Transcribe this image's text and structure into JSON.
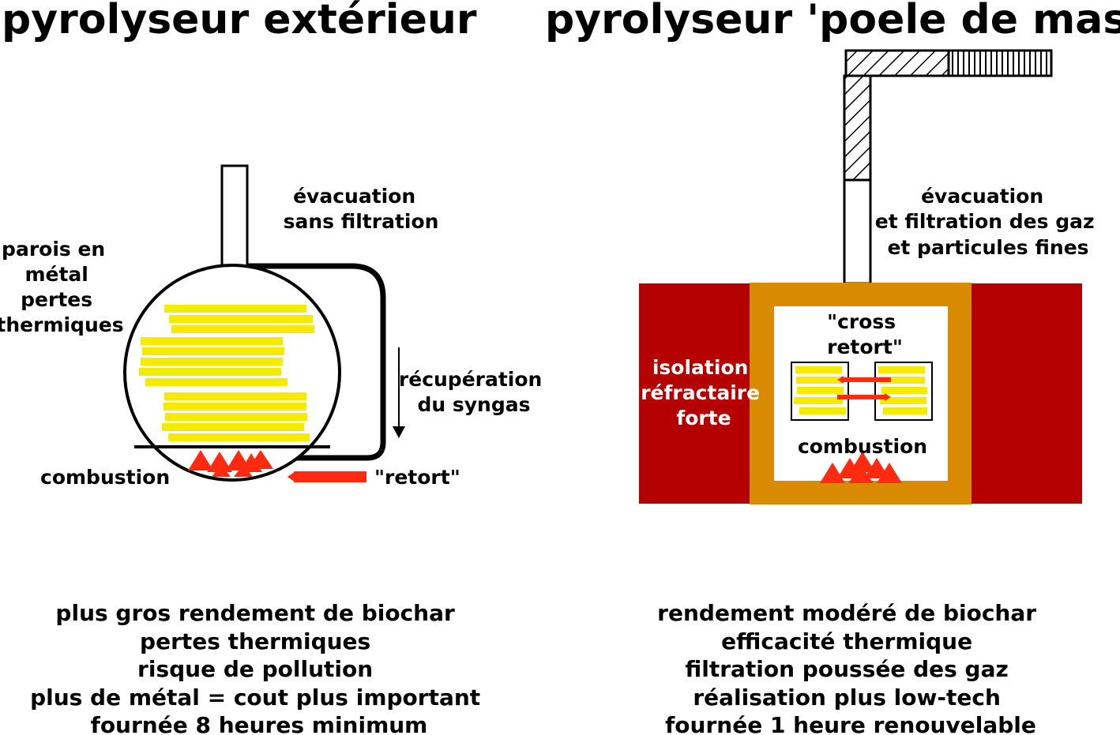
{
  "colors": {
    "wood": "#f5ea00",
    "flame": "#ff2a10",
    "refractory": "#b50000",
    "masonry": "#d88a00",
    "ink": "#000000"
  },
  "left": {
    "title": "pyrolyseur extérieur",
    "exhaust": [
      "évacuation",
      "sans filtration"
    ],
    "walls": [
      "parois en",
      "métal",
      "pertes",
      "thermiques"
    ],
    "syngas": [
      "récupération",
      "du syngas"
    ],
    "retort": "\"retort\"",
    "combustion": "combustion",
    "summary": [
      "plus gros rendement de biochar",
      "pertes thermiques",
      "risque de pollution",
      "plus de métal = cout plus important",
      "fournée 8 heures minimum"
    ]
  },
  "right": {
    "title": "pyrolyseur 'poele de masse'",
    "exhaust": [
      "évacuation",
      "et filtration des gaz",
      "et particules fines"
    ],
    "insulation": [
      "isolation",
      "réfractaire",
      "forte"
    ],
    "cross_retort": [
      "\"cross",
      "retort\""
    ],
    "combustion": "combustion",
    "summary": [
      "rendement modéré de biochar",
      "efficacité thermique",
      "filtration poussée des gaz",
      "réalisation plus low-tech",
      "fournée 1 heure renouvelable"
    ]
  }
}
